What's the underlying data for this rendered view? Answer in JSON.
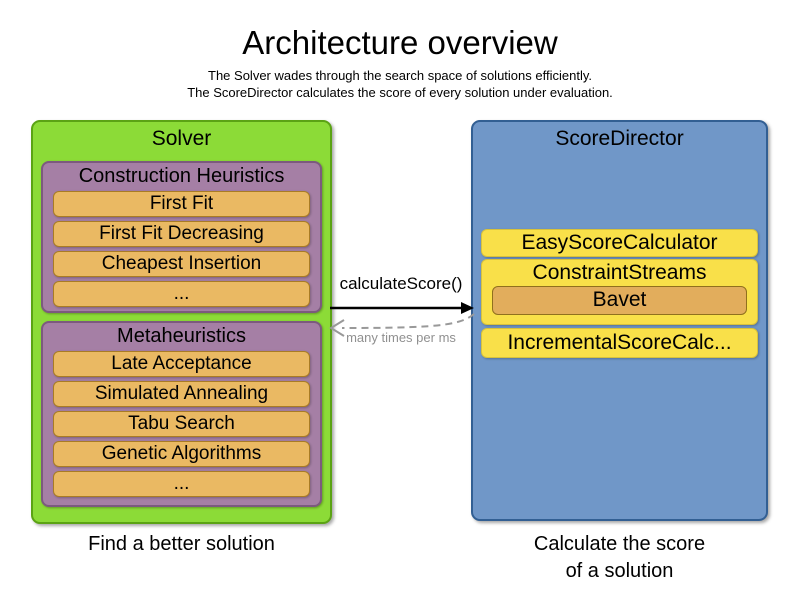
{
  "header": {
    "title": "Architecture overview",
    "subtitle_line1": "The Solver wades through the search space of solutions efficiently.",
    "subtitle_line2": "The ScoreDirector calculates the score of every solution under evaluation."
  },
  "solver": {
    "label": "Solver",
    "caption": "Find a better solution",
    "groups": [
      {
        "label": "Construction Heuristics",
        "items": [
          "First Fit",
          "First Fit Decreasing",
          "Cheapest Insertion",
          "..."
        ]
      },
      {
        "label": "Metaheuristics",
        "items": [
          "Late Acceptance",
          "Simulated Annealing",
          "Tabu Search",
          "Genetic Algorithms",
          "..."
        ]
      }
    ]
  },
  "score_director": {
    "label": "ScoreDirector",
    "caption_line1": "Calculate the score",
    "caption_line2": "of a solution",
    "calculators": [
      {
        "label": "EasyScoreCalculator"
      },
      {
        "label": "ConstraintStreams",
        "sub_item": "Bavet"
      },
      {
        "label": "IncrementalScoreCalc..."
      }
    ]
  },
  "interaction": {
    "call_label": "calculateScore()",
    "return_label": "many times per ms"
  },
  "colors": {
    "solver_fill": "#8cdb37",
    "solver_border": "#5ba314",
    "group_fill": "#a57fa5",
    "group_border": "#7c5a7e",
    "item_fill": "#eab963",
    "item_border": "#a97c25",
    "director_fill": "#7097c8",
    "director_border": "#325f93",
    "calculator_fill": "#f9e049",
    "calculator_border": "#d8c23b",
    "bavet_fill": "#e2ad5c",
    "bavet_border": "#90701d",
    "call_arrow": "#000000",
    "return_arrow": "#999999"
  }
}
